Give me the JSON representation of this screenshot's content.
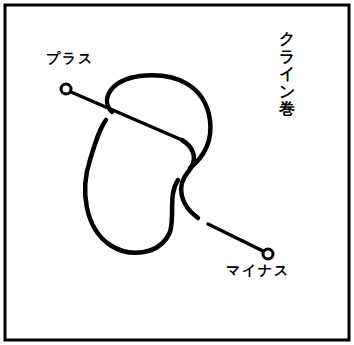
{
  "diagram": {
    "labels": [
      "プラス",
      "クライン巻",
      "マイナス"
    ]
  }
}
